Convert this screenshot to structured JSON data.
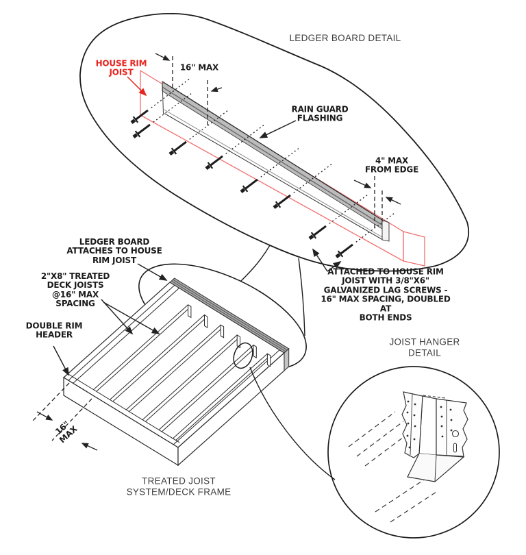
{
  "colors": {
    "red": "#e8251f",
    "light_red": "#f26d6d",
    "ink": "#222222",
    "title_ink": "#3c3c3c",
    "flashing_gray": "#bcbcbc",
    "ledger_gray": "#a8a8a8"
  },
  "titles": {
    "ledger_detail": "LEDGER BOARD DETAIL",
    "joist_hanger": "JOIST HANGER DETAIL",
    "deck_caption": "TREATED JOIST\nSYSTEM/DECK FRAME"
  },
  "labels": {
    "house_rim_joist": "HOUSE RIM\nJOIST",
    "spacing_top": "16\" MAX",
    "rain_guard": "RAIN GUARD\nFLASHING",
    "edge_max": "4\" MAX\nFROM EDGE",
    "ledger_attach": "LEDGER BOARD\nATTACHES TO HOUSE\nRIM JOIST",
    "deck_joists": "2\"X8\" TREATED\nDECK JOISTS\n@16\" MAX\nSPACING",
    "double_rim": "DOUBLE RIM\nHEADER",
    "spacing_bottom": "16\"\nMAX",
    "lag_screws": "ATTACHED TO HOUSE RIM\nJOIST WITH 3/8\"X6\"\nGALVANIZED LAG SCREWS -\n16\" MAX SPACING, DOUBLED AT\nBOTH ENDS"
  }
}
